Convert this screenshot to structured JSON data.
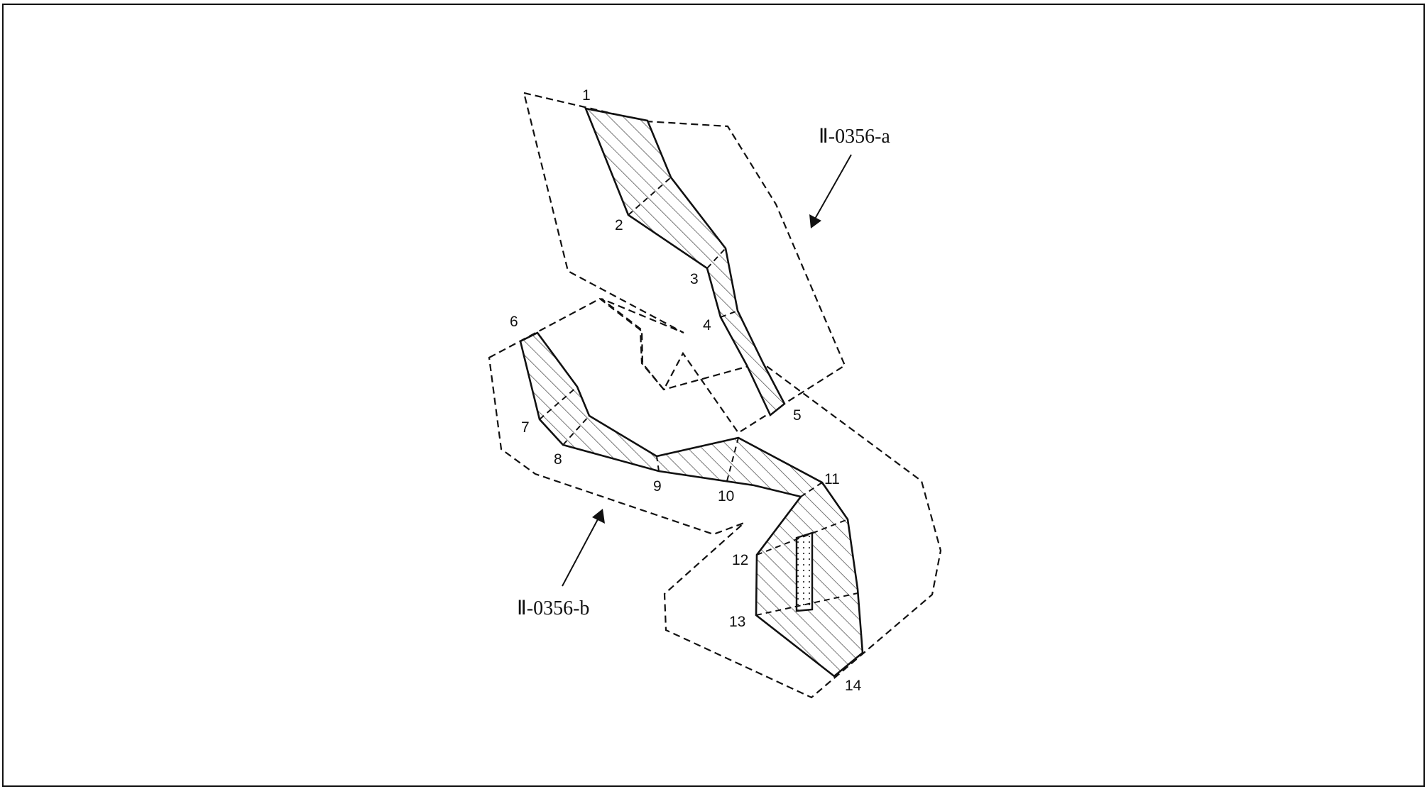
{
  "diagram": {
    "zone_labels": {
      "a": "Ⅱ-0356-a",
      "b": "Ⅱ-0356-b"
    },
    "point_labels": [
      "1",
      "2",
      "3",
      "4",
      "5",
      "6",
      "7",
      "8",
      "9",
      "10",
      "11",
      "12",
      "13",
      "14"
    ],
    "colors": {
      "line": "#111111",
      "hatch": "#555555",
      "background": "#ffffff"
    }
  }
}
